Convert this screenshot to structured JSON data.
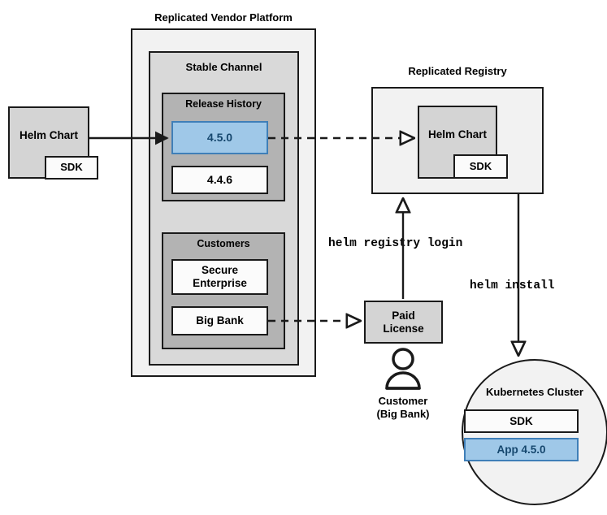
{
  "diagram": {
    "title_vendor_platform": "Replicated Vendor Platform",
    "title_registry": "Replicated Registry",
    "stable_channel": "Stable Channel",
    "release_history": "Release History",
    "customers": "Customers"
  },
  "helm_chart_source": {
    "label": "Helm Chart",
    "sdk_label": "SDK"
  },
  "releases": [
    {
      "version": "4.5.0",
      "highlighted": true
    },
    {
      "version": "4.4.6",
      "highlighted": false
    }
  ],
  "customers_list": [
    {
      "name": "Secure Enterprise"
    },
    {
      "name": "Big Bank"
    }
  ],
  "registry": {
    "helm_chart_label": "Helm Chart",
    "sdk_label": "SDK"
  },
  "license": {
    "label": "Paid\nLicense",
    "line1": "Paid",
    "line2": "License"
  },
  "customer_actor": {
    "line1": "Customer",
    "line2": "(Big Bank)",
    "icon": "person-icon"
  },
  "commands": {
    "registry_login": "helm registry login",
    "install": "helm install"
  },
  "cluster": {
    "title": "Kubernetes Cluster",
    "sdk_label": "SDK",
    "app_label": "App 4.5.0"
  },
  "colors": {
    "accent_blue_fill": "#9fc8e8",
    "accent_blue_border": "#3f7fb8",
    "accent_blue_text": "#16476e",
    "outline": "#1a1a1a",
    "panel_offwhite": "#f2f2f2",
    "panel_gray_light": "#d9d9d9",
    "panel_gray_medium": "#b3b3b3"
  }
}
